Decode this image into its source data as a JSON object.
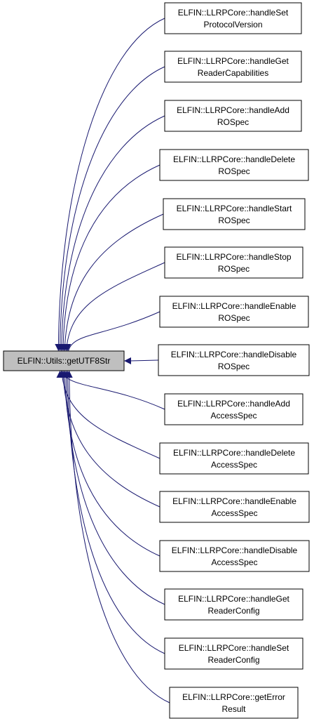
{
  "graph": {
    "root": {
      "label": "ELFIN::Utils::getUTF8Str",
      "fill": "#bfbfbf"
    },
    "edge_color": "#191970",
    "callers": [
      [
        "ELFIN::LLRPCore::handleSet",
        "ProtocolVersion"
      ],
      [
        "ELFIN::LLRPCore::handleGet",
        "ReaderCapabilities"
      ],
      [
        "ELFIN::LLRPCore::handleAdd",
        "ROSpec"
      ],
      [
        "ELFIN::LLRPCore::handleDelete",
        "ROSpec"
      ],
      [
        "ELFIN::LLRPCore::handleStart",
        "ROSpec"
      ],
      [
        "ELFIN::LLRPCore::handleStop",
        "ROSpec"
      ],
      [
        "ELFIN::LLRPCore::handleEnable",
        "ROSpec"
      ],
      [
        "ELFIN::LLRPCore::handleDisable",
        "ROSpec"
      ],
      [
        "ELFIN::LLRPCore::handleAdd",
        "AccessSpec"
      ],
      [
        "ELFIN::LLRPCore::handleDelete",
        "AccessSpec"
      ],
      [
        "ELFIN::LLRPCore::handleEnable",
        "AccessSpec"
      ],
      [
        "ELFIN::LLRPCore::handleDisable",
        "AccessSpec"
      ],
      [
        "ELFIN::LLRPCore::handleGet",
        "ReaderConfig"
      ],
      [
        "ELFIN::LLRPCore::handleSet",
        "ReaderConfig"
      ],
      [
        "ELFIN::LLRPCore::getError",
        "Result"
      ]
    ]
  }
}
